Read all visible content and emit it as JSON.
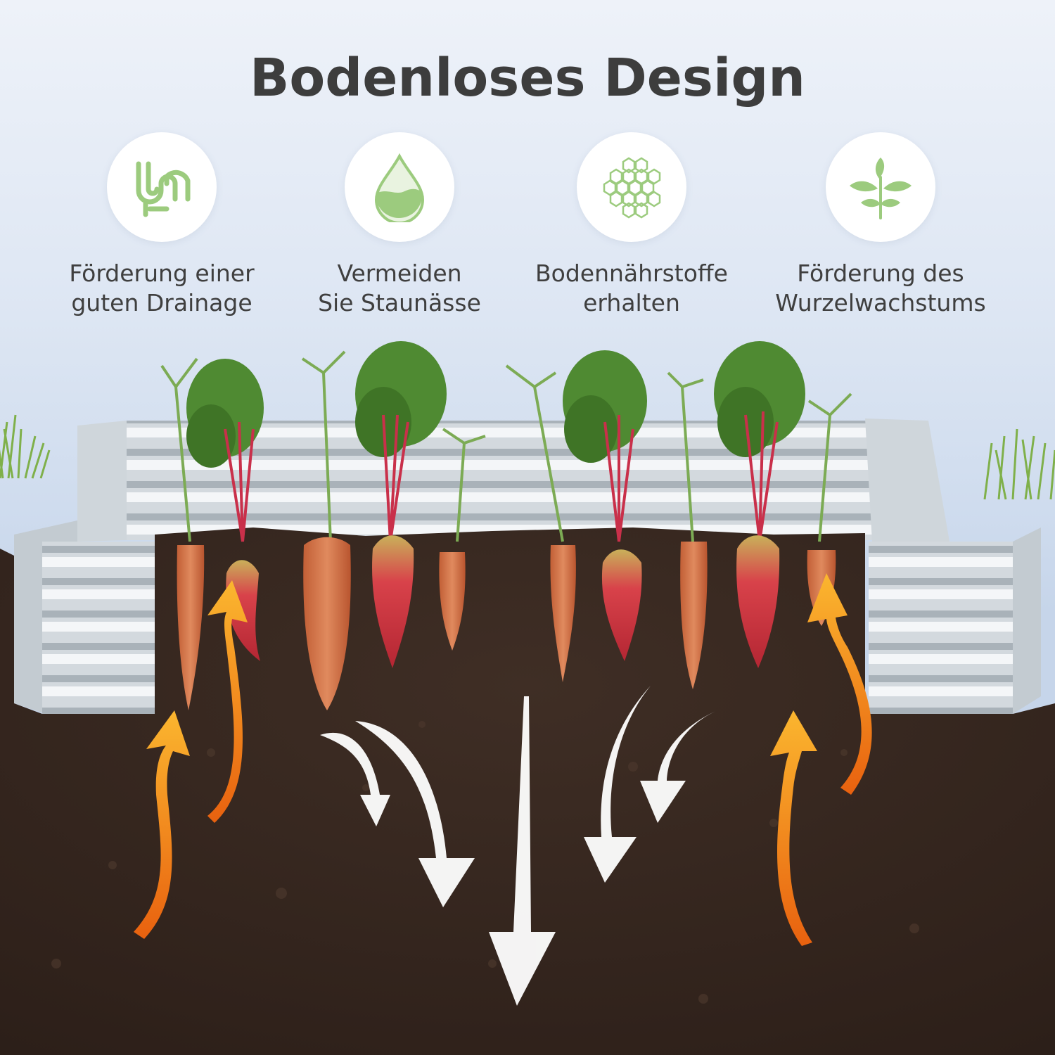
{
  "title": "Bodenloses Design",
  "features": [
    {
      "icon": "drainage-pipe-icon",
      "line1": "Förderung einer",
      "line2": "guten Drainage"
    },
    {
      "icon": "water-drop-icon",
      "line1": "Vermeiden",
      "line2": "Sie Staunässe"
    },
    {
      "icon": "honeycomb-icon",
      "line1": "Bodennährstoffe",
      "line2": "erhalten"
    },
    {
      "icon": "sprout-icon",
      "line1": "Förderung des",
      "line2": "Wurzelwachstums"
    }
  ],
  "colors": {
    "title": "#3d3d3d",
    "icon_green": "#9ccb7e",
    "soil": "#3a2a22",
    "arrow_orange": "#f39a1c",
    "arrow_white": "#ffffff",
    "carrot": "#d9784a",
    "beet": "#c8323a"
  }
}
